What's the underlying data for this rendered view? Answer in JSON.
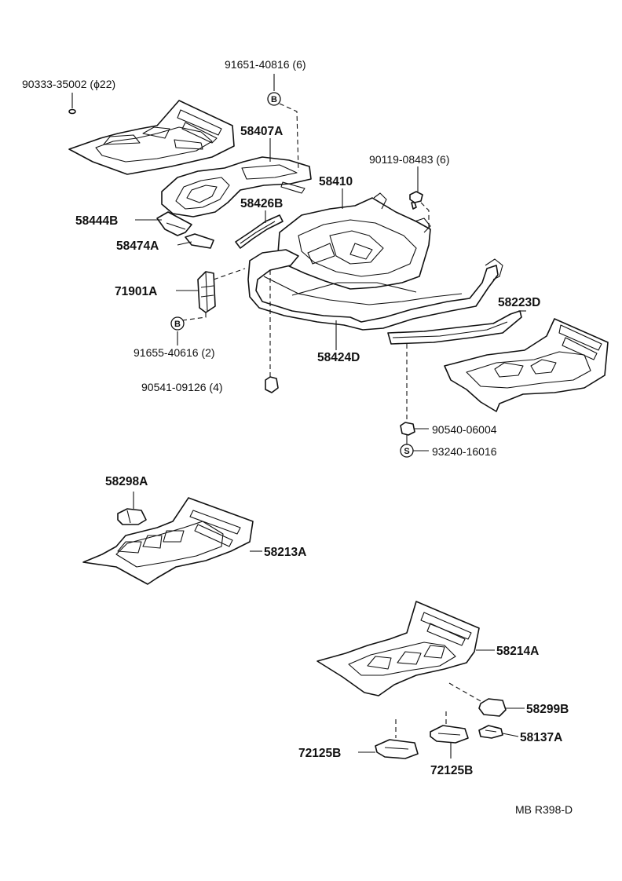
{
  "callouts": {
    "c90333": "90333-35002 (ϕ22)",
    "c91651": "91651-40816 (6)",
    "c58407A": "58407A",
    "c90119": "90119-08483 (6)",
    "c58410": "58410",
    "c58426B": "58426B",
    "c58444B": "58444B",
    "c58474A": "58474A",
    "c71901A": "71901A",
    "c91655": "91655-40616 (2)",
    "c58424D": "58424D",
    "c58223D": "58223D",
    "c90541": "90541-09126 (4)",
    "c90540": "90540-06004",
    "c93240": "93240-16016",
    "c58298A": "58298A",
    "c58213A": "58213A",
    "c58214A": "58214A",
    "c58299B": "58299B",
    "c58137A": "58137A",
    "c72125B_left": "72125B",
    "c72125B_right": "72125B"
  },
  "symbols": {
    "bolt_b": "B",
    "screw_s": "S"
  },
  "footer": {
    "code": "MB R398-D"
  }
}
